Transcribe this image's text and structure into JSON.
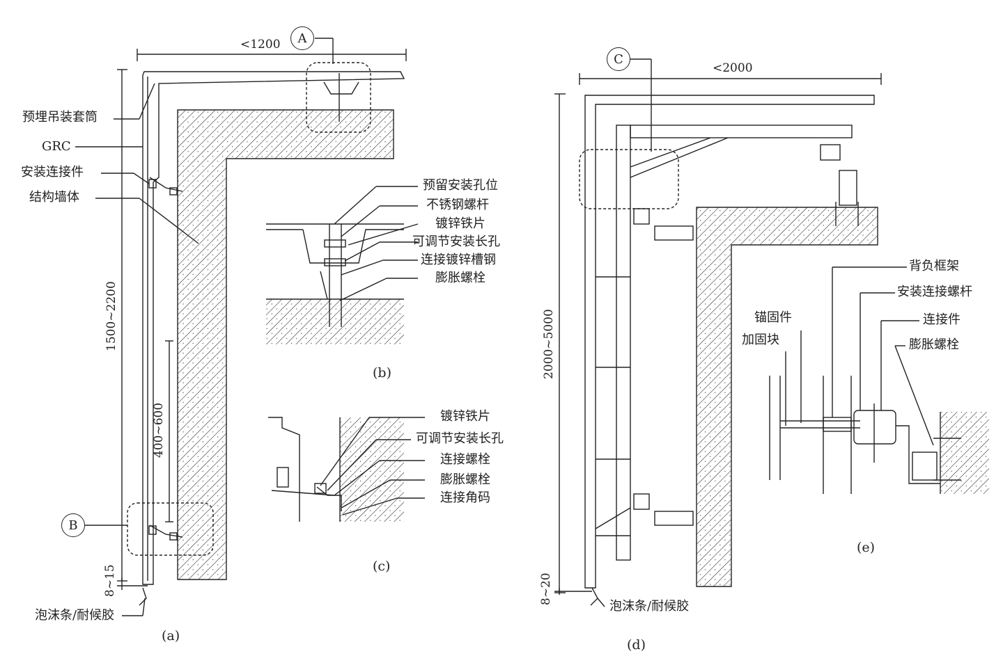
{
  "detail_markers": {
    "a": "A",
    "b": "B",
    "c": "C"
  },
  "dimensions": {
    "a_width": "<1200",
    "a_height": "1500~2200",
    "a_spacing": "400~600",
    "a_gap": "8~15",
    "d_width": "<2000",
    "d_height": "2000~5000",
    "d_gap": "8~20"
  },
  "captions": {
    "a": "(a)",
    "b": "(b)",
    "c": "(c)",
    "d": "(d)",
    "e": "(e)"
  },
  "labels_a": {
    "embedded_sleeve": "预埋吊装套筒",
    "grc": "GRC",
    "connector": "安装连接件",
    "structural_wall": "结构墙体",
    "foam_sealant": "泡沫条/耐候胶"
  },
  "labels_b": {
    "reserved_hole": "预留安装孔位",
    "stainless_rod": "不锈钢螺杆",
    "galv_plate": "镀锌铁片",
    "adjust_slot": "可调节安装长孔",
    "galv_channel": "连接镀锌槽钢",
    "expansion_bolt": "膨胀螺栓"
  },
  "labels_c": {
    "galv_plate": "镀锌铁片",
    "adjust_slot": "可调节安装长孔",
    "conn_bolt": "连接螺栓",
    "expansion_bolt": "膨胀螺栓",
    "angle_bracket": "连接角码"
  },
  "labels_d": {
    "foam_sealant": "泡沫条/耐候胶"
  },
  "labels_e": {
    "back_frame": "背负框架",
    "install_rod": "安装连接螺杆",
    "anchor": "锚固件",
    "reinforce_block": "加固块",
    "connector": "连接件",
    "expansion_bolt": "膨胀螺栓"
  }
}
